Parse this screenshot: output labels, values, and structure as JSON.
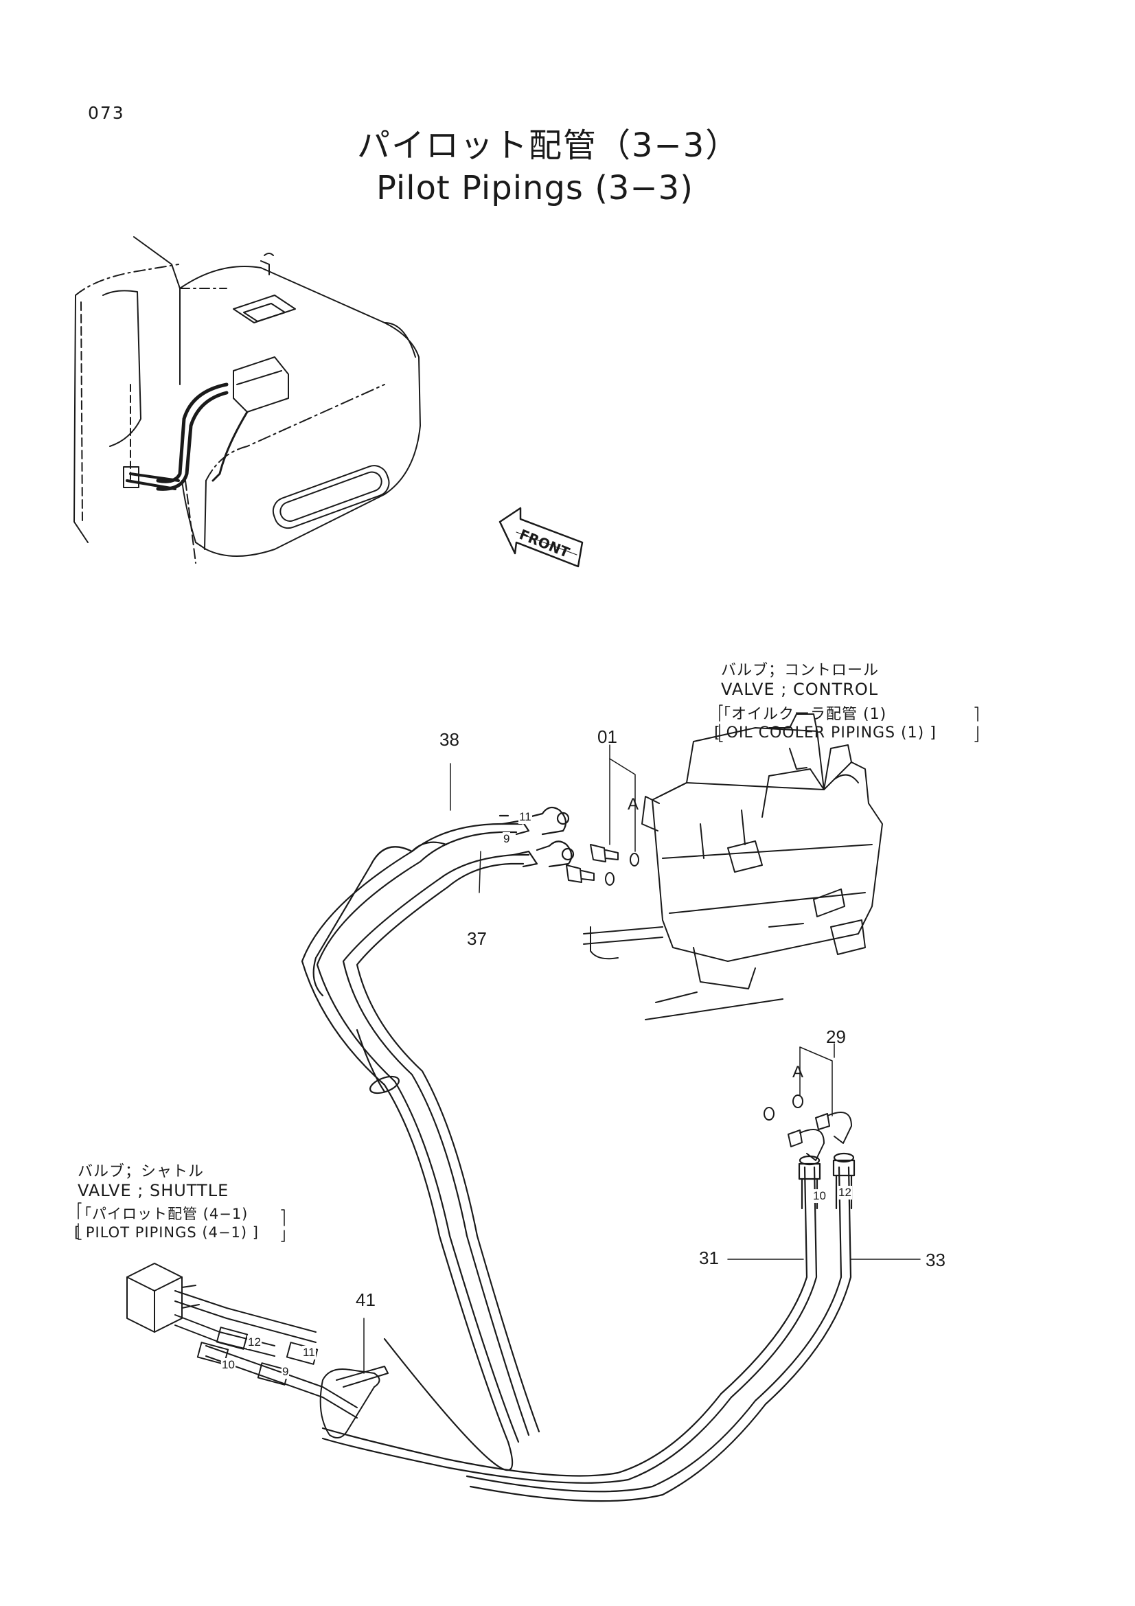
{
  "page_number": "073",
  "title_jp": "パイロット配管（3−3）",
  "title_en": "Pilot Pipings (3−3)",
  "front_label": "FRONT",
  "control_valve": {
    "jp": "バルブ；コントロール",
    "en": "VALVE ; CONTROL",
    "ref_jp": "「オイルクーラ配管 (1)",
    "ref_en": "[ OIL  COOLER  PIPINGS (1) ]"
  },
  "shuttle_valve": {
    "jp": "バルブ；シャトル",
    "en": "VALVE ; SHUTTLE",
    "ref_jp": "「パイロット配管 (4−1)",
    "ref_en": "[ PILOT  PIPINGS (4−1) ]"
  },
  "callouts": {
    "c01": "01",
    "c38": "38",
    "c37": "37",
    "c29": "29",
    "c31": "31",
    "c33": "33",
    "c41": "41",
    "a_top": "A",
    "a_bottom": "A"
  },
  "port_marks": {
    "top_11": "11",
    "top_9": "9",
    "right_10": "10",
    "right_12": "12",
    "left_12": "12",
    "left_11": "11",
    "left_10": "10",
    "left_9": "9"
  }
}
